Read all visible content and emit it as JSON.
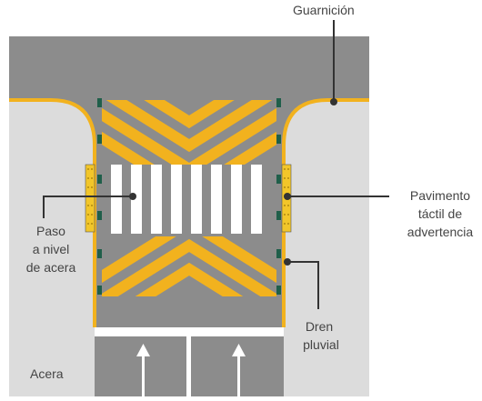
{
  "labels": {
    "curb": "Guarnición",
    "tactile_line1": "Pavimento",
    "tactile_line2": "táctil de",
    "tactile_line3": "advertencia",
    "raised_line1": "Paso",
    "raised_line2": "a nivel",
    "raised_line3": "de acera",
    "drain_line1": "Dren",
    "drain_line2": "pluvial",
    "sidewalk": "Acera"
  },
  "colors": {
    "road": "#8c8c8c",
    "sidewalk": "#dcdcdc",
    "curb": "#f2b21e",
    "hatch": "#f2b21e",
    "crosswalk": "#ffffff",
    "tactile": "#f2c62a",
    "drain": "#1f5f4a",
    "leader": "#333333",
    "arrow": "#ffffff"
  }
}
